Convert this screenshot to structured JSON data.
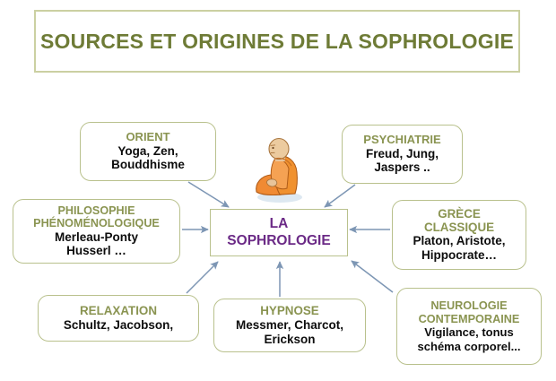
{
  "title": {
    "line1": "SOURCES ET ORIGINES DE LA",
    "line2": "SOPHROLOGIE",
    "full": "SOURCES ET ORIGINES DE LA\nSOPHROLOGIE",
    "color": "#6e7b36",
    "border_color": "#cbd0a2"
  },
  "center": {
    "label": "LA\nSOPHROLOGIE",
    "line1": "LA",
    "line2": "SOPHROLOGIE",
    "text_color": "#6b2a86",
    "border_color": "#b9c18d"
  },
  "illustration": {
    "name": "seated-meditating-monk",
    "robe_color": "#f08a33",
    "skin_color": "#e8c49a",
    "shadow_color": "#dbe6ef"
  },
  "arrow_color": "#7d96b4",
  "nodes": [
    {
      "id": "orient",
      "heading": "ORIENT",
      "body": "Yoga, Zen,\nBouddhisme",
      "heading_color": "#8a9451",
      "body_color": "#0d0d0d"
    },
    {
      "id": "psychiatrie",
      "heading": "PSYCHIATRIE",
      "body": "Freud, Jung,\nJaspers ..",
      "heading_color": "#8a9451",
      "body_color": "#0d0d0d"
    },
    {
      "id": "philosophie",
      "heading": "PHILOSOPHIE\nPHÉNOMÉNOLOGIQUE",
      "body": "Merleau-Ponty\nHusserl …",
      "heading_color": "#8a9451",
      "body_color": "#0d0d0d"
    },
    {
      "id": "grece",
      "heading": "GRÈCE\nCLASSIQUE",
      "body": "Platon, Aristote,\nHippocrate…",
      "heading_color": "#8a9451",
      "body_color": "#0d0d0d"
    },
    {
      "id": "relaxation",
      "heading": "RELAXATION",
      "body": "Schultz, Jacobson,",
      "heading_color": "#8a9451",
      "body_color": "#0d0d0d"
    },
    {
      "id": "hypnose",
      "heading": "HYPNOSE",
      "body": "Messmer, Charcot,\nErickson",
      "heading_color": "#8a9451",
      "body_color": "#0d0d0d"
    },
    {
      "id": "neurologie",
      "heading": "NEUROLOGIE\nCONTEMPORAINE",
      "body": "Vigilance, tonus\nschéma corporel...",
      "heading_color": "#8a9451",
      "body_color": "#0d0d0d"
    }
  ],
  "connections": [
    {
      "from": "orient",
      "to": "center",
      "direction": "down-right"
    },
    {
      "from": "psychiatrie",
      "to": "center",
      "direction": "down-left"
    },
    {
      "from": "philosophie",
      "to": "center",
      "direction": "right"
    },
    {
      "from": "grece",
      "to": "center",
      "direction": "left"
    },
    {
      "from": "relaxation",
      "to": "center",
      "direction": "up-right"
    },
    {
      "from": "hypnose",
      "to": "center",
      "direction": "up"
    },
    {
      "from": "neurologie",
      "to": "center",
      "direction": "up-left"
    }
  ]
}
